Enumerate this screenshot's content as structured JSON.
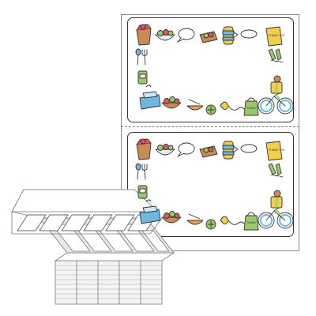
{
  "product": {
    "label_rows": 2,
    "bag_text": "THANK YOU",
    "badge_text": "THANK YOU",
    "colors": {
      "outline": "#333333",
      "green": "#9bc86a",
      "blue": "#6fb7e0",
      "orange": "#f0a050",
      "red": "#d95a5a",
      "yellow": "#f2cf4a",
      "brown": "#c98a55"
    },
    "icons": [
      "takeout-box-icon",
      "salad-bowl-icon",
      "speech-bubble-icon",
      "burger-box-icon",
      "drink-cup-icon",
      "speech-bubble-icon",
      "food-bag-icon",
      "spoon-fork-icon",
      "leg-icon",
      "drink-can-icon",
      "containers-icon",
      "fruit-bowl-icon",
      "lime-icon",
      "phone-icon",
      "shopping-bag-icon",
      "delivery-cyclist-icon"
    ]
  }
}
